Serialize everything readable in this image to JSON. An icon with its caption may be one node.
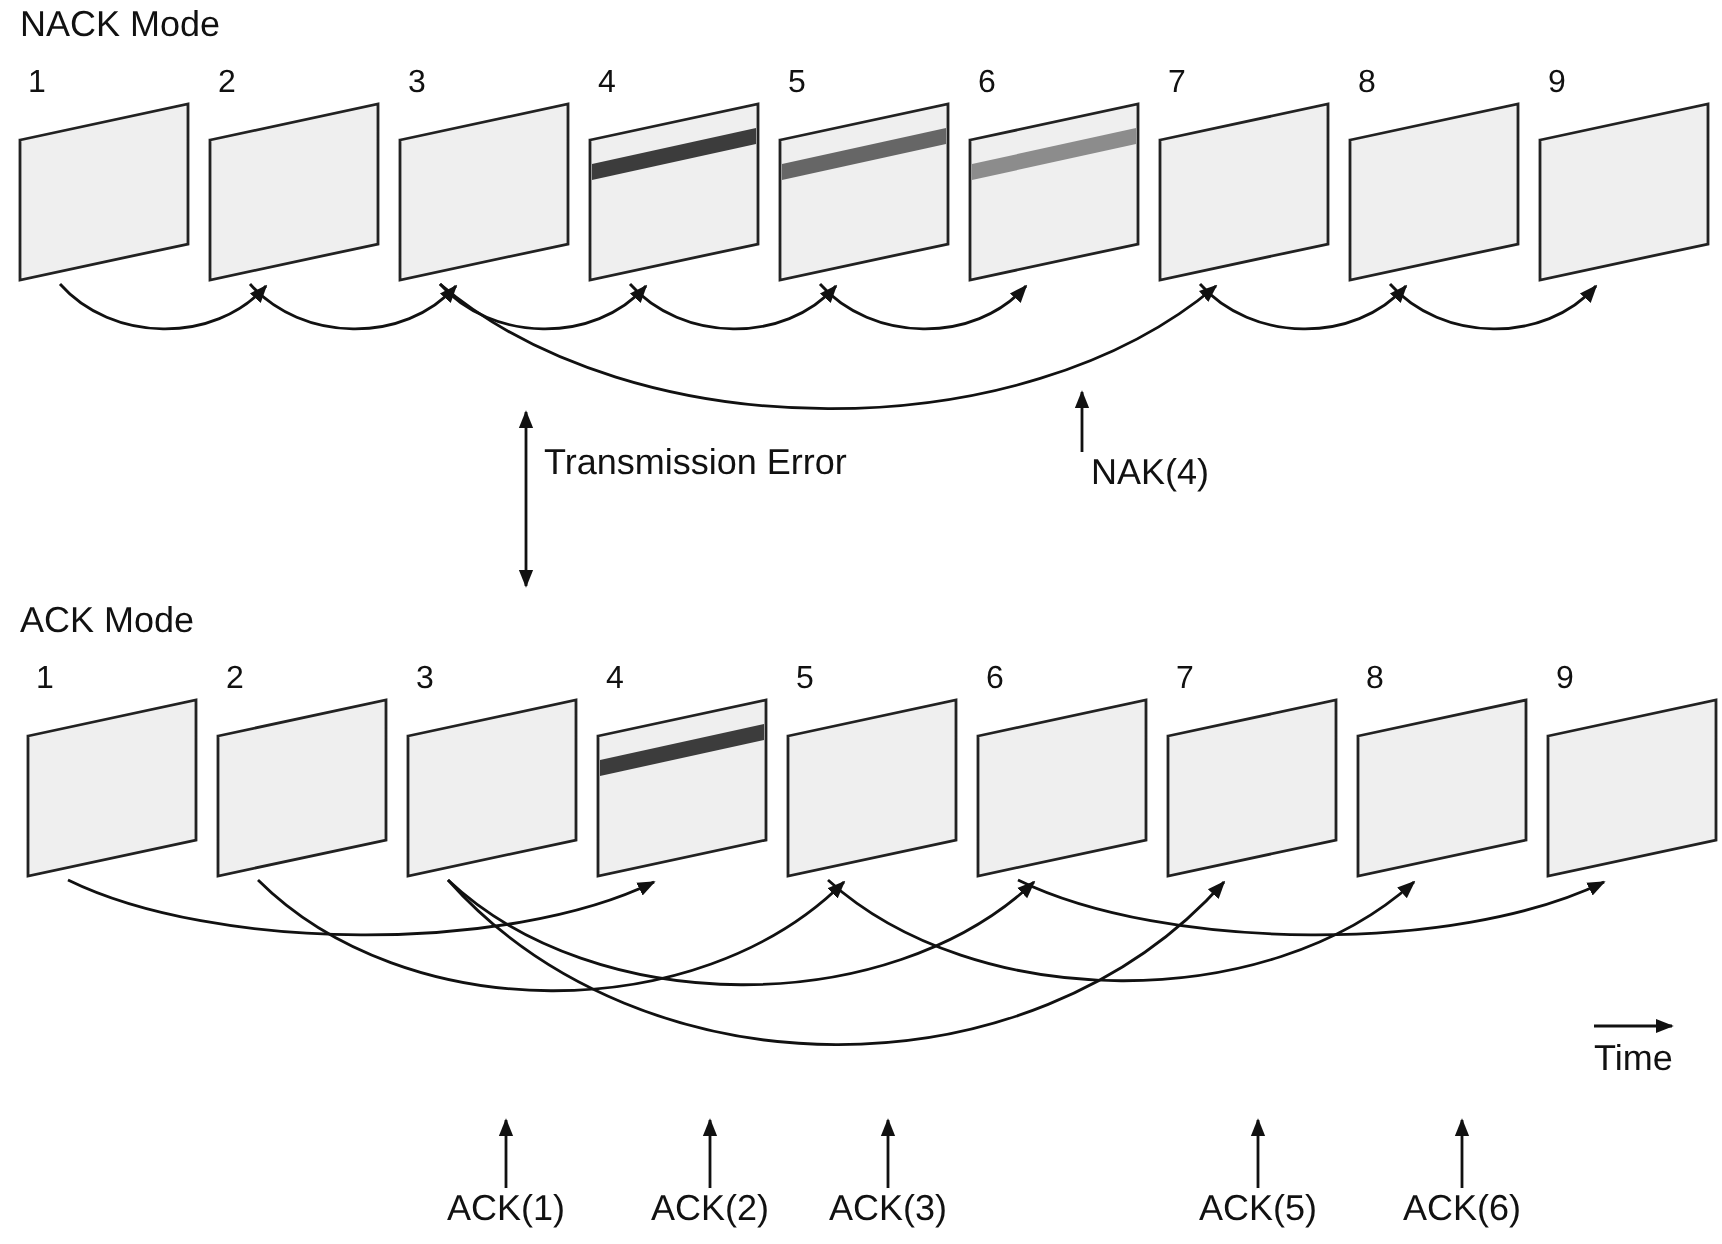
{
  "diagram": {
    "nodes": [
      {
        "text": [
          "NACK Mode"
        ]
      },
      {
        "text": [
          "1"
        ],
        "in": 0
      },
      {
        "text": [
          "2"
        ],
        "in": 0
      },
      {
        "text": [
          "3"
        ],
        "in": 0
      },
      {
        "text": [
          "4"
        ],
        "in": 0
      },
      {
        "text": [
          "5"
        ],
        "in": 0
      },
      {
        "text": [
          "6"
        ],
        "in": 0
      },
      {
        "text": [
          "7"
        ],
        "in": 0
      },
      {
        "text": [
          "8"
        ],
        "in": 0
      },
      {
        "text": [
          "9"
        ],
        "in": 0
      },
      {
        "text": [
          "ACK Mode"
        ]
      },
      {
        "text": [
          "1"
        ],
        "in": 10
      },
      {
        "text": [
          "2"
        ],
        "in": 10
      },
      {
        "text": [
          "3"
        ],
        "in": 10
      },
      {
        "text": [
          "4"
        ],
        "in": 10
      },
      {
        "text": [
          "5"
        ],
        "in": 10
      },
      {
        "text": [
          "6"
        ],
        "in": 10
      },
      {
        "text": [
          "7"
        ],
        "in": 10
      },
      {
        "text": [
          "8"
        ],
        "in": 10
      },
      {
        "text": [
          "9"
        ],
        "in": 10
      },
      {
        "text": [
          "NAK(4)"
        ]
      },
      {
        "text": [
          "ACK(1)"
        ]
      },
      {
        "text": [
          "ACK(2)"
        ]
      },
      {
        "text": [
          "ACK(3)"
        ]
      },
      {
        "text": [
          "ACK(5)"
        ]
      },
      {
        "text": [
          "ACK(6)"
        ]
      }
    ],
    "edges": [
      {
        "from": 1,
        "to": 2,
        "arrow": "to"
      },
      {
        "from": 2,
        "to": 3,
        "arrow": "to"
      },
      {
        "from": 3,
        "to": 4,
        "arrow": "to"
      },
      {
        "from": 4,
        "to": 5,
        "arrow": "to"
      },
      {
        "from": 5,
        "to": 6,
        "arrow": "to"
      },
      {
        "from": 3,
        "to": 7,
        "arrow": "to"
      },
      {
        "from": 7,
        "to": 8,
        "arrow": "to"
      },
      {
        "from": 8,
        "to": 9,
        "arrow": "to"
      },
      {
        "from": 11,
        "to": 14,
        "arrow": "to"
      },
      {
        "from": 12,
        "to": 15,
        "arrow": "to"
      },
      {
        "from": 13,
        "to": 16,
        "arrow": "to"
      },
      {
        "from": 13,
        "to": 17,
        "arrow": "to"
      },
      {
        "from": 15,
        "to": 18,
        "arrow": "to"
      },
      {
        "from": 16,
        "to": 19,
        "arrow": "to"
      },
      {
        "from": 20,
        "to": null,
        "arrow": "to"
      },
      {
        "from": 21,
        "to": null,
        "arrow": "to"
      },
      {
        "from": 22,
        "to": null,
        "arrow": "to"
      },
      {
        "from": 23,
        "to": null,
        "arrow": "to"
      },
      {
        "from": 24,
        "to": null,
        "arrow": "to"
      },
      {
        "from": 25,
        "to": null,
        "arrow": "to"
      }
    ],
    "labels": [
      "Transmission Error",
      "Time"
    ]
  }
}
